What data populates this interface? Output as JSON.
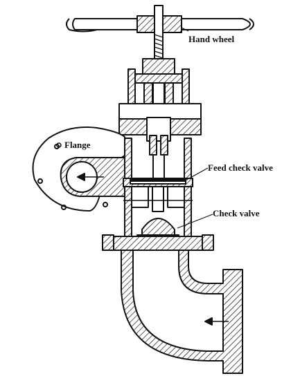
{
  "labels": {
    "hand_wheel": "Hand wheel",
    "flange": "Flange",
    "feed_check_valve": "Feed check valve",
    "check_valve": "Check valve"
  }
}
